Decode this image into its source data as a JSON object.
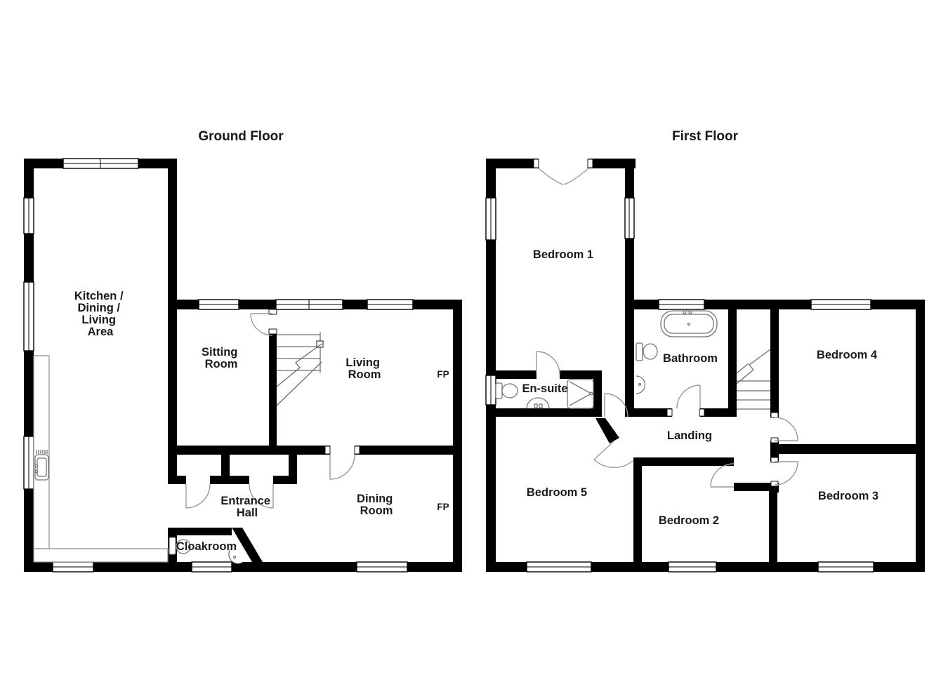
{
  "colors": {
    "wall": "#000000",
    "background": "#ffffff",
    "door_arc": "#9a9a9a",
    "door_leaf": "#8a8a8a",
    "fixture": "#767676",
    "text": "#1a1a1a"
  },
  "ground_floor": {
    "title": "Ground Floor",
    "rooms": {
      "kitchen": {
        "lines": [
          "Kitchen /",
          "Dining /",
          "Living",
          "Area"
        ]
      },
      "sitting": {
        "lines": [
          "Sitting",
          "Room"
        ]
      },
      "living": {
        "lines": [
          "Living",
          "Room"
        ]
      },
      "entrance": {
        "lines": [
          "Entrance",
          "Hall"
        ]
      },
      "dining": {
        "lines": [
          "Dining",
          "Room"
        ]
      },
      "cloakroom": {
        "label": "Cloakroom"
      }
    },
    "fireplace_living": "FP",
    "fireplace_dining": "FP"
  },
  "first_floor": {
    "title": "First Floor",
    "rooms": {
      "bedroom1": {
        "label": "Bedroom 1"
      },
      "bathroom": {
        "label": "Bathroom"
      },
      "ensuite": {
        "label": "En-suite"
      },
      "landing": {
        "label": "Landing"
      },
      "bedroom2": {
        "label": "Bedroom 2"
      },
      "bedroom3": {
        "label": "Bedroom 3"
      },
      "bedroom4": {
        "label": "Bedroom 4"
      },
      "bedroom5": {
        "label": "Bedroom 5"
      }
    }
  }
}
